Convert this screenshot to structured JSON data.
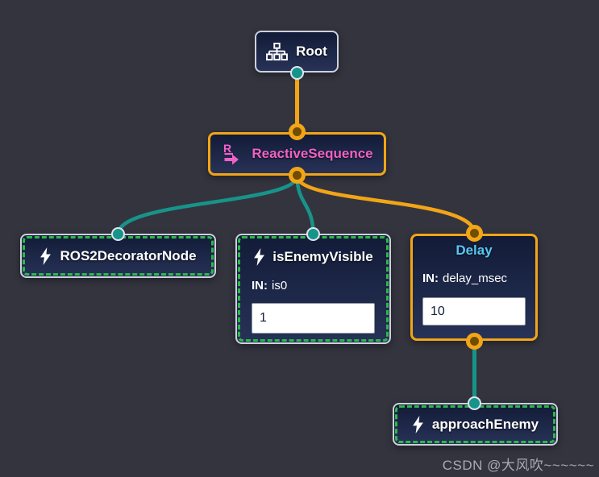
{
  "colors": {
    "background": "#34343f",
    "node_fill_top": "#121b37",
    "node_fill_bottom": "#273257",
    "gray_border": "#ccd1dd",
    "orange_accent": "#f2a516",
    "teal_accent": "#17948a",
    "green_dash": "#2eb84a",
    "pink_accent": "#f161c5",
    "cyan_accent": "#57c7f2"
  },
  "nodes": {
    "root": {
      "label": "Root",
      "icon": "tree-icon"
    },
    "reactive_sequence": {
      "label": "ReactiveSequence",
      "icon": "r-arrow-icon"
    },
    "ros2_decorator": {
      "label": "ROS2DecoratorNode",
      "icon": "lightning-icon"
    },
    "is_enemy_visible": {
      "label": "isEnemyVisible",
      "icon": "lightning-icon",
      "input_label": "IN:",
      "input_name": "is0",
      "input_value": "1"
    },
    "delay": {
      "label": "Delay",
      "input_label": "IN:",
      "input_name": "delay_msec",
      "input_value": "10"
    },
    "approach_enemy": {
      "label": "approachEnemy",
      "icon": "lightning-icon"
    }
  },
  "watermark": "CSDN @大风吹~~~~~~"
}
